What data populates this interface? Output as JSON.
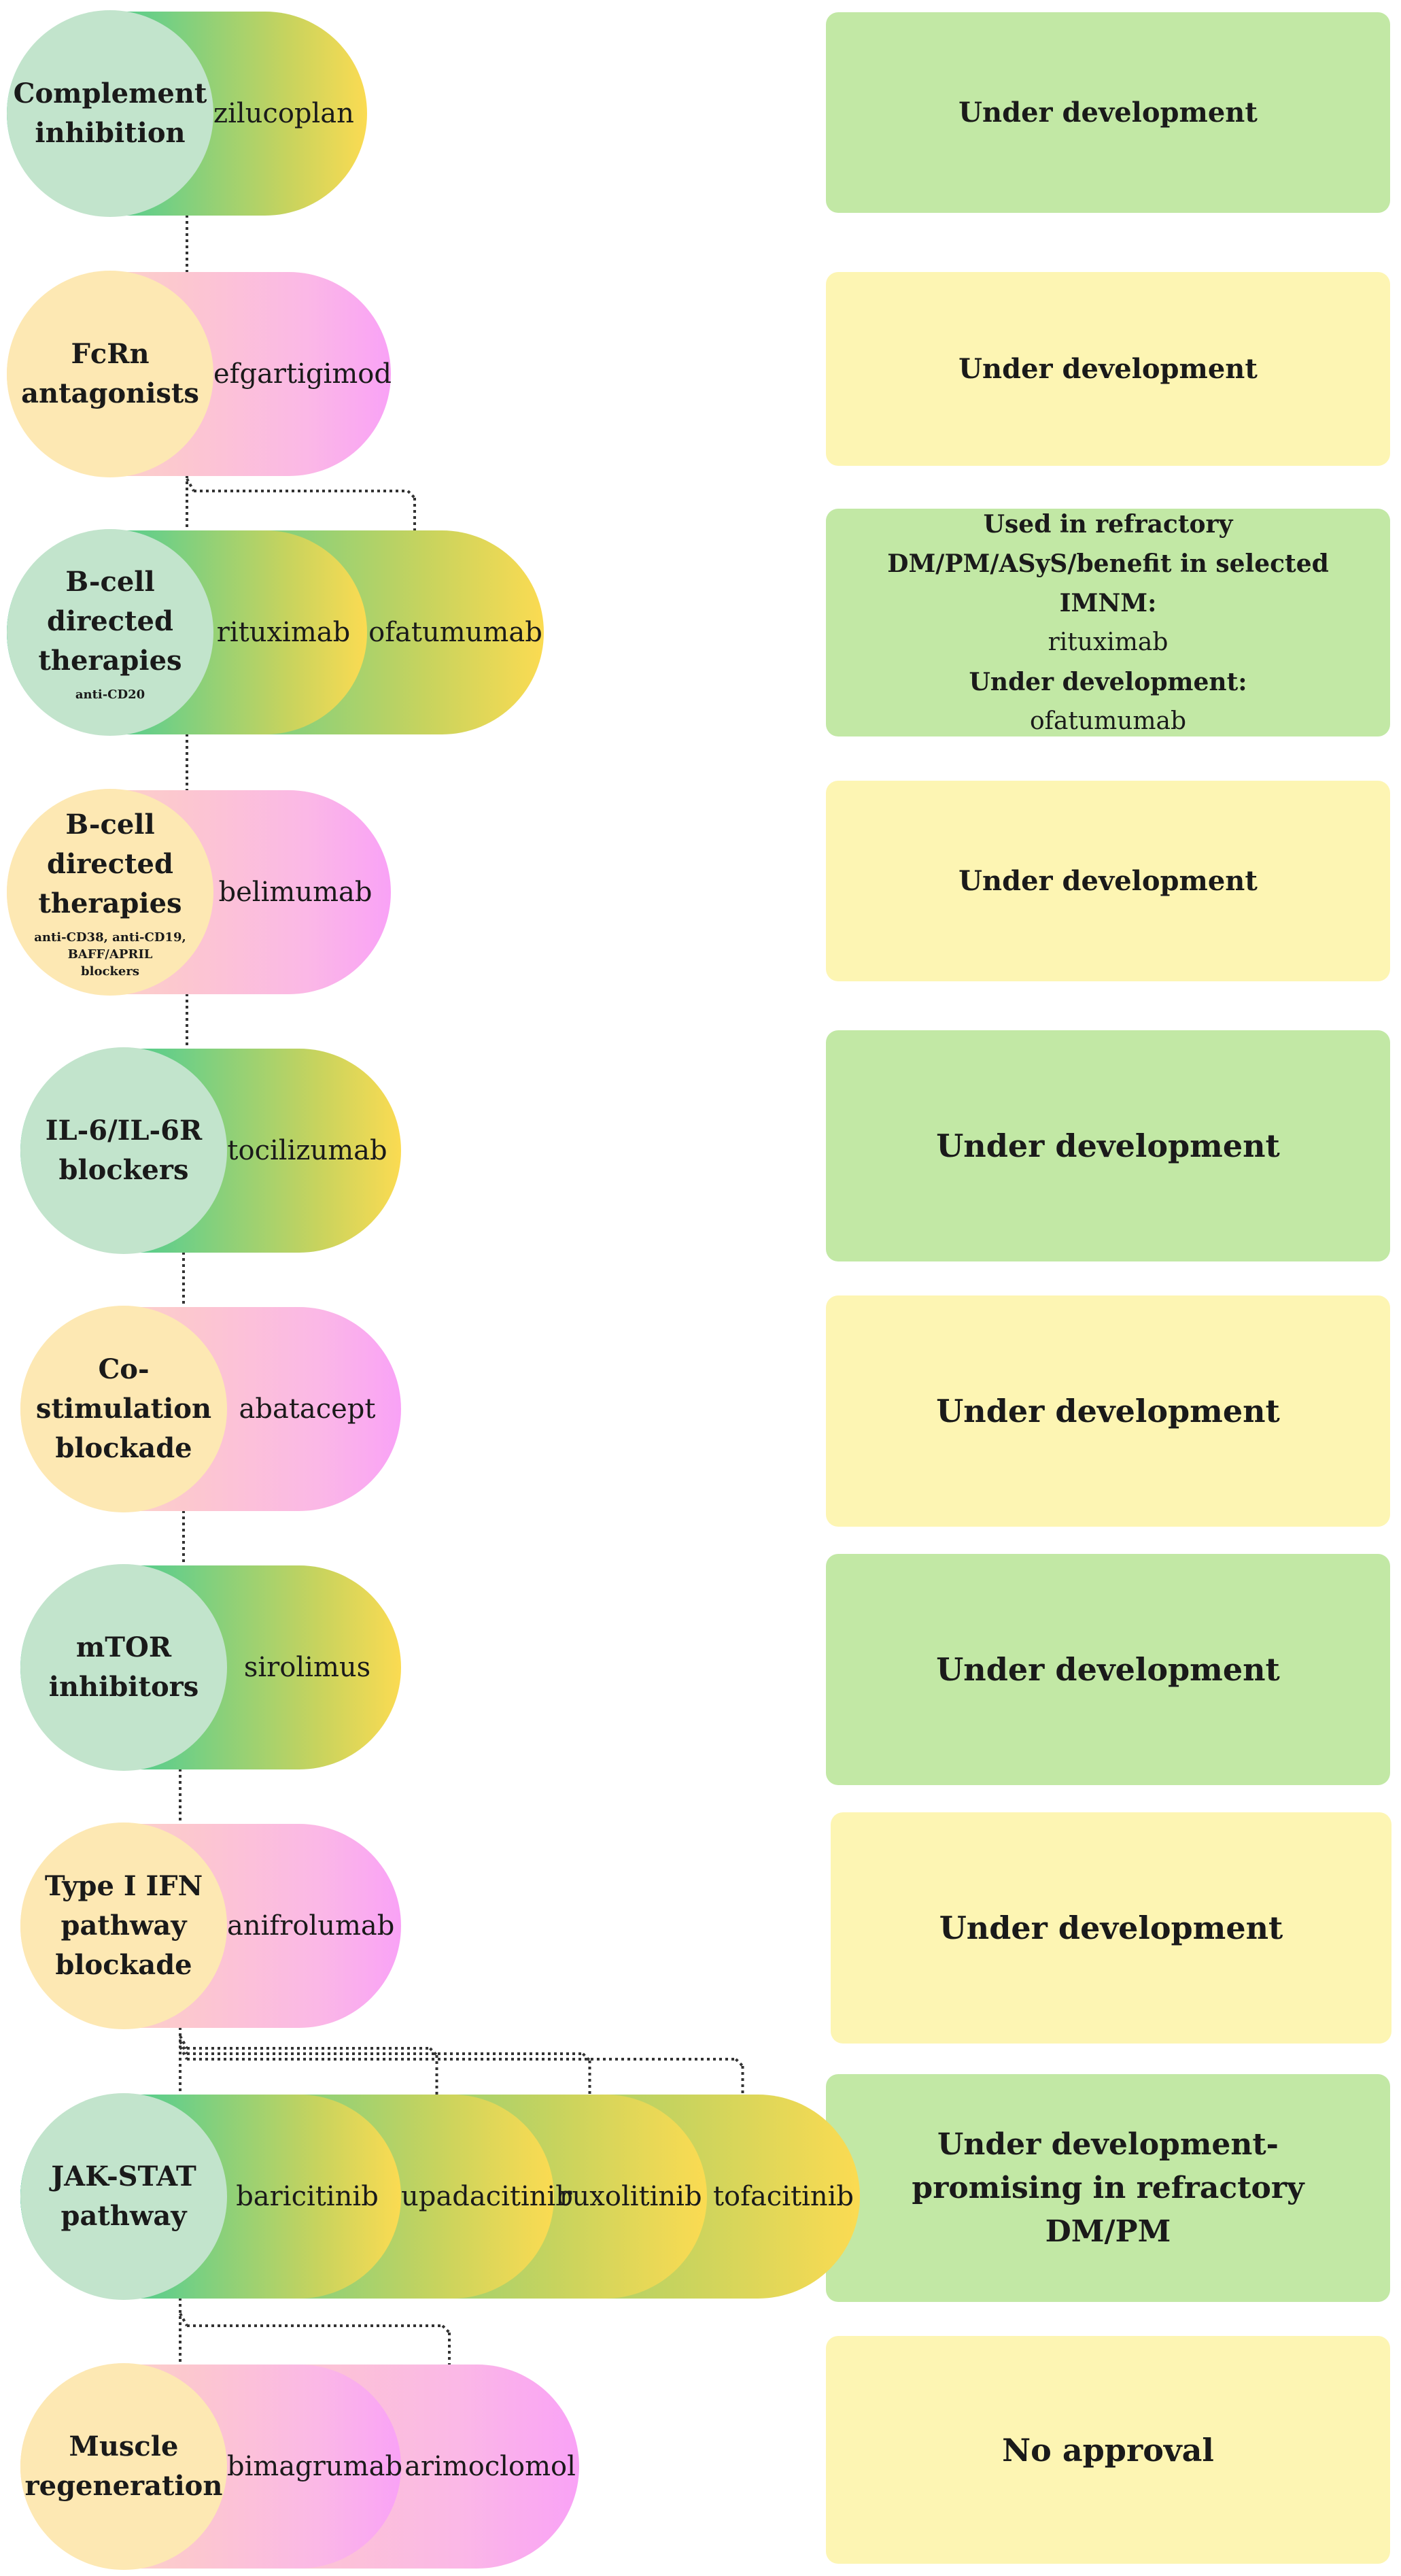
{
  "colors": {
    "green_pill": [
      "#11c497",
      "#6fcf86",
      "#c7d35e",
      "#fbdb52"
    ],
    "pink_pill": [
      "#fde0c2",
      "#fcc7cf",
      "#fbb8e6",
      "#f9a2f6"
    ],
    "green_circle": "#c2e4cc",
    "yellow_circle": "#fde8b3",
    "green_status": "#c2e8a5",
    "yellow_status": "#fdf5b3",
    "connector": "#333333"
  },
  "rows": [
    {
      "category": [
        "Complement",
        "inhibition"
      ],
      "subtitle": [],
      "drugs": [
        "zilucoplan"
      ],
      "status": "Under development"
    },
    {
      "category": [
        "FcRn",
        "antagonists"
      ],
      "subtitle": [],
      "drugs": [
        "efgartigimod"
      ],
      "status": "Under development"
    },
    {
      "category": [
        "B-cell directed",
        "therapies"
      ],
      "subtitle": [
        "anti-CD20"
      ],
      "drugs": [
        "rituximab",
        "ofatumumab"
      ],
      "status_lines": [
        "Used in refractory",
        "DM/PM/ASyS/benefit in selected",
        "IMNM:",
        "rituximab",
        "Under development:",
        "ofatumumab"
      ]
    },
    {
      "category": [
        "B-cell directed",
        "therapies"
      ],
      "subtitle": [
        "anti-CD38, anti-CD19,",
        "BAFF/APRIL",
        "blockers"
      ],
      "drugs": [
        "belimumab"
      ],
      "status": "Under development"
    },
    {
      "category": [
        "IL-6/IL-6R",
        "blockers"
      ],
      "subtitle": [],
      "drugs": [
        "tocilizumab"
      ],
      "status": "Under development"
    },
    {
      "category": [
        "Co-stimulation",
        "blockade"
      ],
      "subtitle": [],
      "drugs": [
        "abatacept"
      ],
      "status": "Under development"
    },
    {
      "category": [
        "mTOR",
        "inhibitors"
      ],
      "subtitle": [],
      "drugs": [
        "sirolimus"
      ],
      "status": "Under development"
    },
    {
      "category": [
        "Type I IFN",
        "pathway",
        "blockade"
      ],
      "subtitle": [],
      "drugs": [
        "anifrolumab"
      ],
      "status": "Under development"
    },
    {
      "category": [
        "JAK-STAT",
        "pathway"
      ],
      "subtitle": [],
      "drugs": [
        "baricitinib",
        "upadacitinib",
        "ruxolitinib",
        "tofacitinib"
      ],
      "status_lines": [
        "Under development-",
        "promising in refractory",
        "DM/PM"
      ]
    },
    {
      "category": [
        "Muscle",
        "regeneration"
      ],
      "subtitle": [],
      "drugs": [
        "bimagrumab",
        "arimoclomol"
      ],
      "status": "No approval"
    }
  ]
}
